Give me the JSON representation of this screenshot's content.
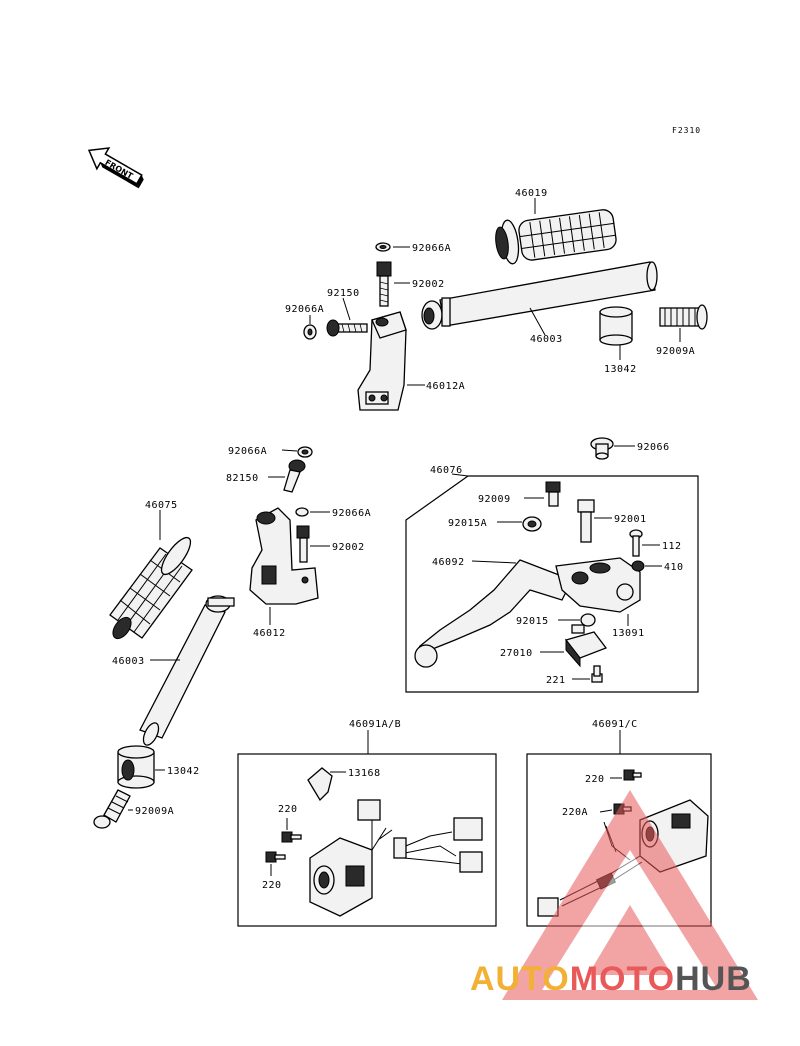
{
  "diagram": {
    "ref_code": "F2310",
    "front_label": "FRONT",
    "parts": {
      "p46019": "46019",
      "p92066A_top": "92066A",
      "p92002_top": "92002",
      "p92150_top": "92150",
      "p92066A_left": "92066A",
      "p46003_top": "46003",
      "p13042_top": "13042",
      "p92009A_top": "92009A",
      "p46012A": "46012A",
      "p92066A_mid": "92066A",
      "p82150_mid": "82150",
      "p92066A_mid2": "92066A",
      "p92002_mid": "92002",
      "p46075": "46075",
      "p46012": "46012",
      "p46003_bottom": "46003",
      "p13042_bottom": "13042",
      "p92009A_bottom": "92009A",
      "p46076": "46076",
      "p92066": "92066",
      "p92009": "92009",
      "p92001": "92001",
      "p92015A": "92015A",
      "p112": "112",
      "p46092": "46092",
      "p410": "410",
      "p92015": "92015",
      "p13091": "13091",
      "p27010": "27010",
      "p221": "221",
      "p46091AB": "46091A/B",
      "p13168": "13168",
      "p220_a": "220",
      "p220_b": "220",
      "p46091C": "46091/C",
      "p220_c": "220",
      "p220A": "220A"
    }
  },
  "watermark": {
    "part1": "AUTO",
    "part2": "MOTO",
    "part3": "HUB",
    "colors": {
      "auto": "#f2b035",
      "moto": "#e8595a",
      "hub": "#555555",
      "triangle": "#e8595a"
    }
  }
}
